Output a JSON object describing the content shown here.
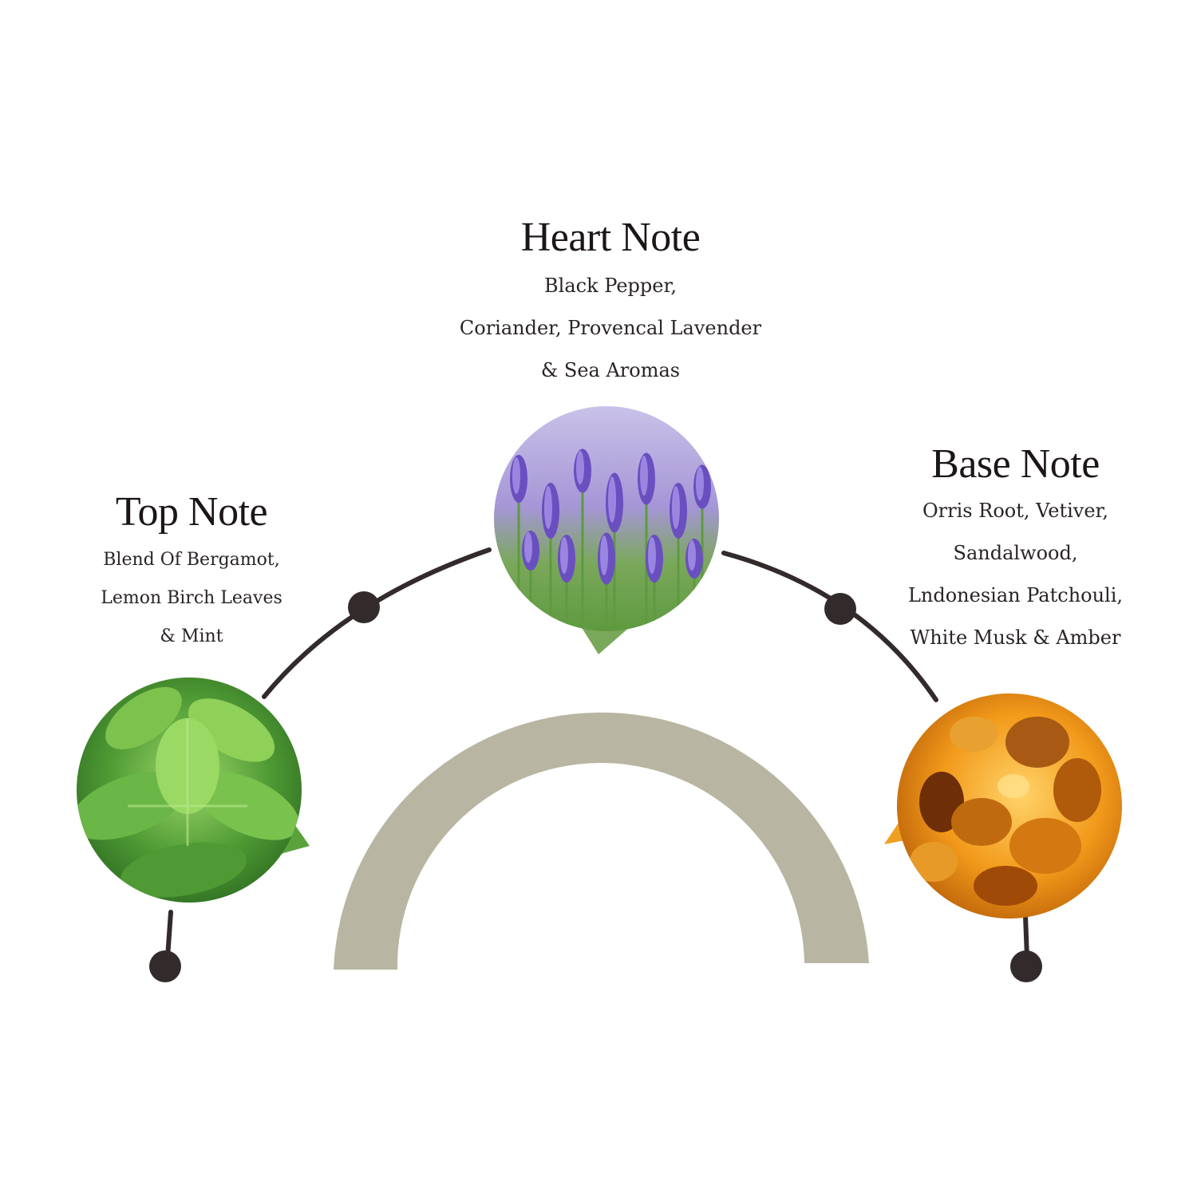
{
  "notes": {
    "top": {
      "title": "Top Note",
      "lines": [
        "Blend Of Bergamot,",
        "Lemon Birch Leaves",
        "& Mint"
      ],
      "image": "mint-leaves-icon",
      "accent": "#5fa43a"
    },
    "heart": {
      "title": "Heart Note",
      "lines": [
        "Black Pepper,",
        "Coriander, Provencal Lavender",
        "& Sea Aromas"
      ],
      "image": "lavender-field-icon",
      "accent": "#7a62c8"
    },
    "base": {
      "title": "Base Note",
      "lines": [
        "Orris Root, Vetiver,",
        "Sandalwood,",
        "Lndonesian Patchouli,",
        "White Musk & Amber"
      ],
      "image": "amber-stones-icon",
      "accent": "#e08a12"
    }
  },
  "colors": {
    "line": "#332b2b",
    "arch": "#b8b6a2",
    "background": "#ffffff"
  }
}
